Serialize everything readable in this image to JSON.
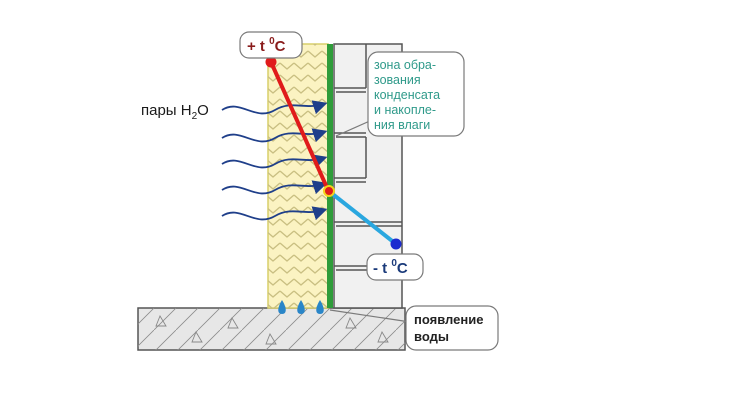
{
  "diagram": {
    "vapor_label": "пары H",
    "vapor_subscript": "2",
    "vapor_suffix": "O",
    "temp_warm": {
      "prefix": "+ t ",
      "superscript": "0",
      "unit": "C"
    },
    "temp_cold": {
      "prefix": "- t ",
      "superscript": "0",
      "unit": "C"
    },
    "condensation_zone": {
      "lines": [
        "зона обра-",
        "зования",
        "конденсата",
        "и накопле-",
        "ния влаги"
      ]
    },
    "water_appearance": {
      "lines": [
        "появление",
        "воды"
      ]
    },
    "colors": {
      "insulation_fill": "#fbf3c2",
      "insulation_hatch": "#c9bf82",
      "membrane": "#2f9c3a",
      "warm_line": "#e01b1b",
      "cold_line": "#2aa7df",
      "cold_point": "#1c2bd0",
      "vapor_arrows": "#1f3f8a",
      "brick_fill": "#f1f1f1",
      "brick_stroke": "#555555",
      "water_drops": "#2a86c8",
      "condensation_text": "#2f9a8a",
      "warm_text": "#8a1c1c"
    }
  }
}
